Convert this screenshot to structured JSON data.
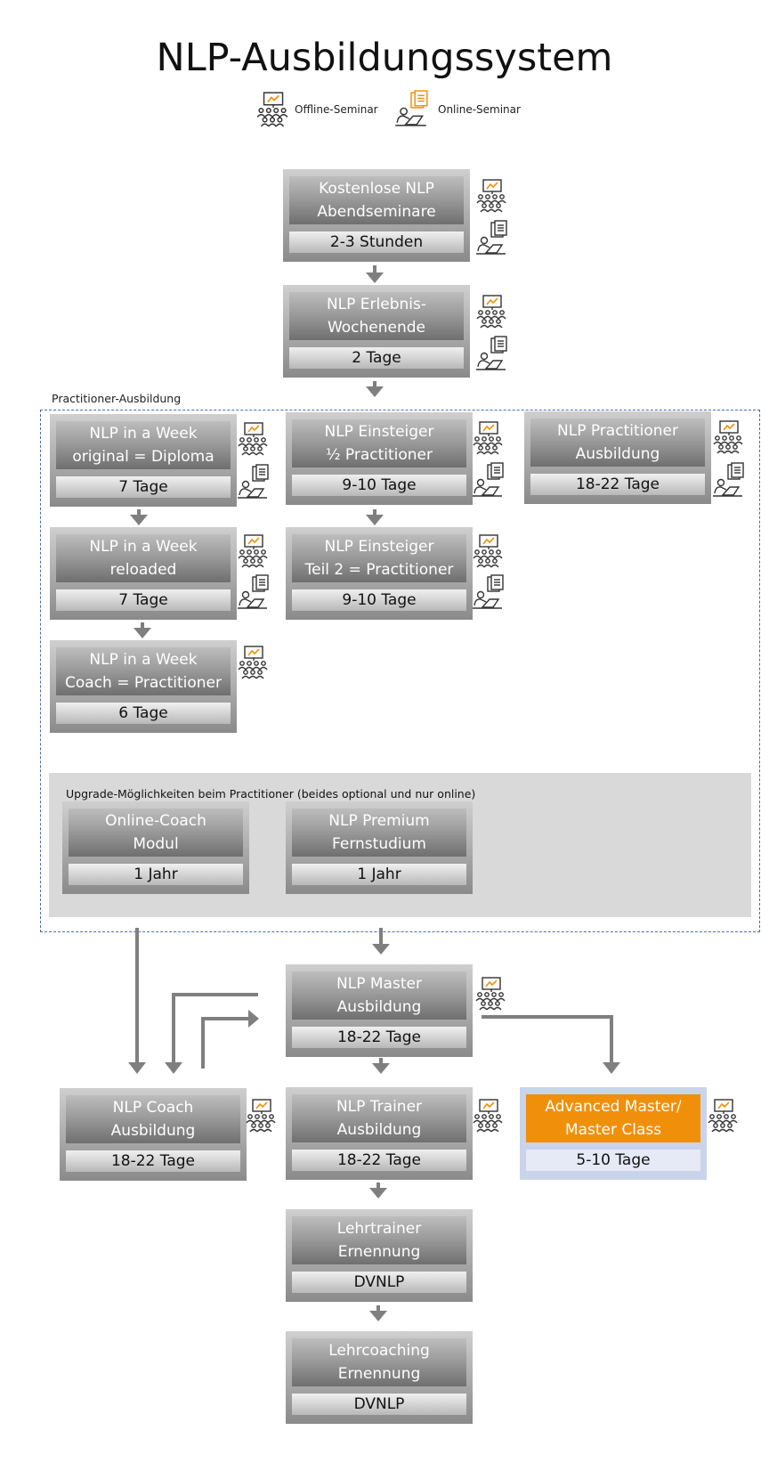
{
  "title": "NLP-Ausbildungssystem",
  "legend": {
    "offline_label": "Offline-Seminar",
    "online_label": "Online-Seminar"
  },
  "practitioner_group_label": "Practitioner-Ausbildung",
  "upgrade_group_label": "Upgrade-Möglichkeiten beim Practitioner (beides optional und nur online)",
  "colors": {
    "accent_orange": "#f0900a",
    "dashed_border": "#4a6ea9",
    "connector_gray": "#7f7f7f",
    "upgrade_bg": "#d9d9d9"
  },
  "nodes": {
    "kostenlose": {
      "line1": "Kostenlose NLP",
      "line2": "Abendseminare",
      "sub": "2-3 Stunden",
      "offline": true,
      "online": true
    },
    "erlebnis": {
      "line1": "NLP Erlebnis-",
      "line2": "Wochenende",
      "sub": "2 Tage",
      "offline": true,
      "online": true
    },
    "week_original": {
      "line1": "NLP in a Week",
      "line2": "original = Diploma",
      "sub": "7 Tage",
      "offline": true,
      "online": true
    },
    "einsteiger_half": {
      "line1": "NLP Einsteiger",
      "line2": "½ Practitioner",
      "sub": "9-10 Tage",
      "offline": true,
      "online": true
    },
    "practitioner_ausbildung": {
      "line1": "NLP Practitioner",
      "line2": "Ausbildung",
      "sub": "18-22 Tage",
      "offline": true,
      "online": true
    },
    "week_reloaded": {
      "line1": "NLP in a Week",
      "line2": "reloaded",
      "sub": "7 Tage",
      "offline": true,
      "online": true
    },
    "einsteiger_teil2": {
      "line1": "NLP Einsteiger",
      "line2": "Teil 2 = Practitioner",
      "sub": "9-10 Tage",
      "offline": true,
      "online": true
    },
    "week_coach": {
      "line1": "NLP in a Week",
      "line2": "Coach = Practitioner",
      "sub": "6 Tage",
      "offline": true,
      "online": false
    },
    "online_coach": {
      "line1": "Online-Coach",
      "line2": "Modul",
      "sub": "1 Jahr"
    },
    "premium": {
      "line1": "NLP Premium",
      "line2": "Fernstudium",
      "sub": "1 Jahr"
    },
    "master": {
      "line1": "NLP Master",
      "line2": "Ausbildung",
      "sub": "18-22 Tage",
      "offline": true
    },
    "coach": {
      "line1": "NLP Coach",
      "line2": "Ausbildung",
      "sub": "18-22 Tage",
      "offline": true
    },
    "trainer": {
      "line1": "NLP Trainer",
      "line2": "Ausbildung",
      "sub": "18-22 Tage",
      "offline": true
    },
    "advanced": {
      "line1": "Advanced Master/",
      "line2": "Master Class",
      "sub": "5-10 Tage",
      "offline": true
    },
    "lehrtrainer": {
      "line1": "Lehrtrainer",
      "line2": "Ernennung",
      "sub": "DVNLP"
    },
    "lehrcoaching": {
      "line1": "Lehrcoaching",
      "line2": "Ernennung",
      "sub": "DVNLP"
    }
  },
  "icons": {
    "offline": "classroom-presentation-icon",
    "online": "person-at-laptop-with-documents-icon"
  }
}
